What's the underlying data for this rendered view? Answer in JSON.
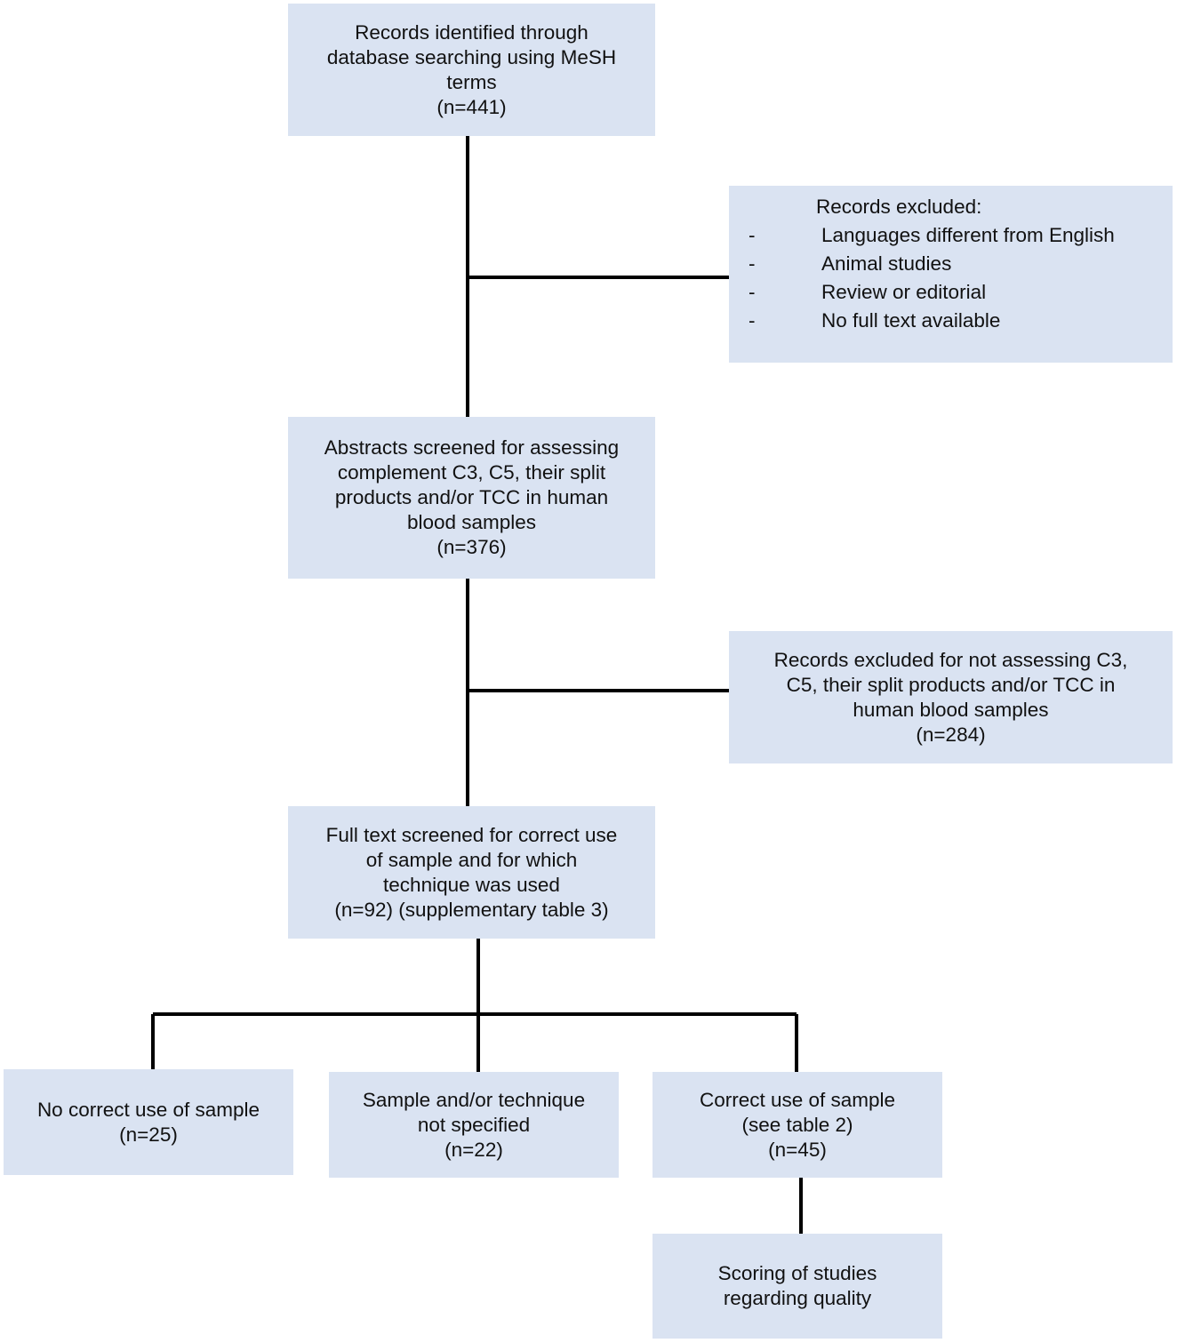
{
  "nodes": {
    "identified": {
      "lines": [
        "Records identified through",
        "database searching using MeSH",
        "terms",
        "(n=441)"
      ]
    },
    "excluded_first": {
      "heading": "Records excluded:",
      "items": [
        {
          "dash": "-",
          "text": "Languages different from English"
        },
        {
          "dash": "-",
          "text": "Animal studies"
        },
        {
          "dash": "-",
          "text": "Review or editorial"
        },
        {
          "dash": "-",
          "text": "No full text available"
        }
      ]
    },
    "abstracts": {
      "lines": [
        "Abstracts screened for assessing",
        "complement C3, C5, their split",
        "products and/or TCC in human",
        "blood samples",
        "(n=376)"
      ]
    },
    "excluded_second": {
      "lines": [
        "Records excluded for not assessing C3,",
        "C5, their split products and/or TCC in",
        "human blood samples",
        "(n=284)"
      ]
    },
    "fulltext": {
      "lines": [
        "Full text screened for correct use",
        "of sample and for which",
        "technique was used",
        "(n=92) (supplementary table 3)"
      ]
    },
    "no_correct": {
      "lines": [
        "No correct use of sample",
        "(n=25)"
      ]
    },
    "not_specified": {
      "lines": [
        "Sample and/or technique",
        "not specified",
        "(n=22)"
      ]
    },
    "correct": {
      "lines": [
        "Correct use of sample",
        "(see table 2)",
        "(n=45)"
      ]
    },
    "scoring": {
      "lines": [
        "Scoring of studies",
        "regarding quality"
      ]
    }
  },
  "colors": {
    "box_fill": "#dae3f2",
    "line": "#000000"
  }
}
